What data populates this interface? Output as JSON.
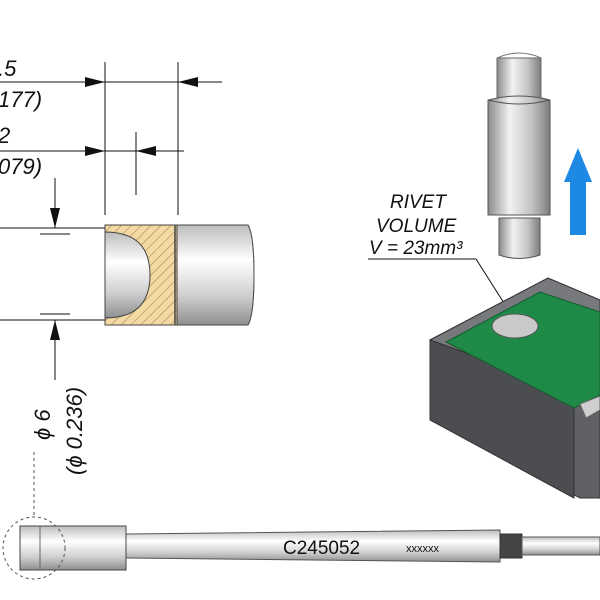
{
  "dimensions": {
    "length_mm": ".5",
    "length_in": "177)",
    "recess_mm": "2",
    "recess_in": "079)",
    "diameter_mm": "ϕ 6",
    "diameter_in": "(ϕ 0.236)"
  },
  "rivet": {
    "line1": "RIVET",
    "line2": "VOLUME",
    "line3": "V = 23mm³"
  },
  "tip": {
    "part_number": "C245052",
    "serial": "xxxxxx"
  },
  "colors": {
    "board_green": "#1f8a48",
    "arrow_blue": "#1e88e5",
    "hatch_fill": "#f3d9a4",
    "body_gray": "#5f6166"
  }
}
